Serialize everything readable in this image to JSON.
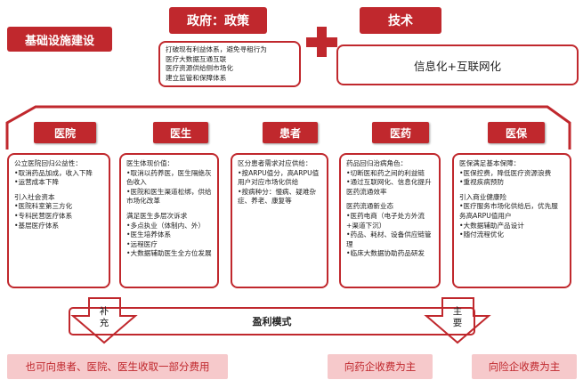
{
  "infra_label": "基础设施建设",
  "gov_label": "政府：政策",
  "tech_label": "技术",
  "gov_items": [
    "打破现有利益体系，避免寻租行为",
    "医疗大数据互通互联",
    "医疗资源供给侧市场化",
    "建立监管和保障体系"
  ],
  "tech_content": "信息化+互联网化",
  "tabs": {
    "hospital": "医院",
    "doctor": "医生",
    "patient": "患者",
    "pharma": "医药",
    "insurance": "医保"
  },
  "hospital_col": [
    "公立医院回归公益性：",
    "•取消药品加成，收入下降",
    "•运营成本下降",
    "",
    "引入社会资本",
    "•医院科室第三方化",
    "•专科民营医疗体系",
    "•基层医疗体系"
  ],
  "doctor_col": [
    "医生体现价值：",
    "•取消以药养医，医生隔绝灰色收入",
    "•医院和医生渠道松绑，供给市场化改革",
    "",
    "满足医生多层次诉求",
    "•多点执业（体制内、外）",
    "•医生培养体系",
    "•远程医疗",
    "•大数据辅助医生全方位发展"
  ],
  "patient_col": [
    "区分患者需求对应供给：",
    "•按ARPU值分，高ARPU值用户对应市场化供给",
    "•按病种分：慢病、疑难杂症、养老、康复等"
  ],
  "pharma_col": [
    "药品回归治病角色：",
    "•切断医和药之间的利益链",
    "•通过互联网化、信息化提升医药流通效率",
    "",
    "医药流通新业态",
    "•医药电商（电子处方外流+渠道下沉）",
    "•药品、耗材、设备供应链管理",
    "•临床大数据协助药品研发"
  ],
  "insurance_col": [
    "医保满足基本保障：",
    "•医保控费，降低医疗资源浪费",
    "•重视疾病预防",
    "",
    "引入商业健康险",
    "•医疗服务市场化供给后，优先服务高ARPU值用户",
    "•大数据辅助产品设计",
    "•随付流程优化"
  ],
  "profit_model": "盈利模式",
  "supplement_label": "补充",
  "main_label": "主要",
  "bottom": {
    "left": "也可向患者、医院、医生收取一部分费用",
    "middle": "向药企收费为主",
    "right": "向险企收费为主"
  },
  "colors": {
    "accent": "#c0282d",
    "pink": "#f6c9cb"
  }
}
